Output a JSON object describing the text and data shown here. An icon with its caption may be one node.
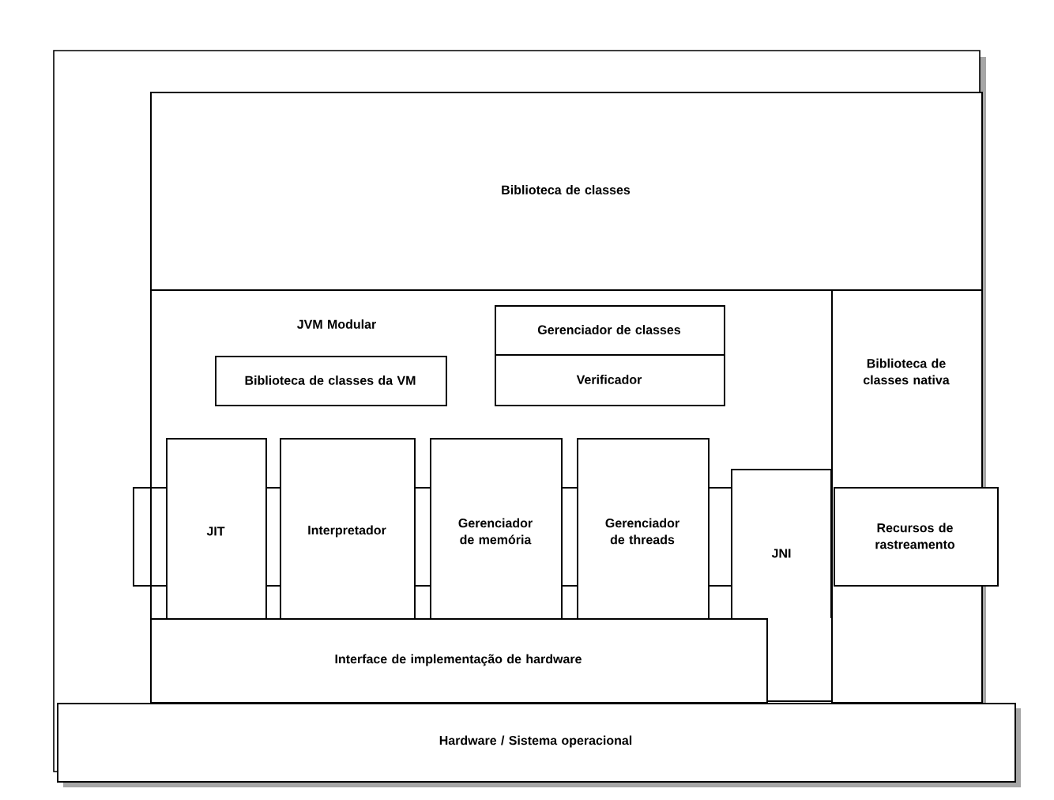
{
  "diagram": {
    "nodes": [
      {
        "text": [
          "Biblioteca de classes"
        ]
      },
      {
        "text": [
          "JVM Modular"
        ]
      },
      {
        "text": [
          "Biblioteca de classes da VM"
        ],
        "in": 1
      },
      {
        "text": [
          "Gerenciador de classes"
        ],
        "in": 1
      },
      {
        "text": [
          "Verificador"
        ],
        "in": 1
      },
      {
        "text": [
          "JIT"
        ],
        "in": 1
      },
      {
        "text": [
          "Interpretador"
        ],
        "in": 1
      },
      {
        "text": [
          "Gerenciador de memória"
        ],
        "in": 1
      },
      {
        "text": [
          "Gerenciador de threads"
        ],
        "in": 1
      },
      {
        "text": [
          "JNI"
        ],
        "in": 1
      },
      {
        "text": [
          "Biblioteca de classes nativa"
        ]
      },
      {
        "text": [
          "Recursos de rastreamento"
        ]
      },
      {
        "text": [
          "Interface de implementação de hardware"
        ],
        "in": 1
      },
      {
        "text": [
          "Hardware / Sistema operacional"
        ]
      },
      {
        "text": [],
        "shape": "box"
      },
      {
        "text": [],
        "shape": "box",
        "in": 1
      },
      {
        "text": [],
        "shape": "box",
        "in": 1
      },
      {
        "text": [],
        "shape": "box",
        "in": 1
      },
      {
        "text": [],
        "shape": "box",
        "in": 1
      }
    ]
  }
}
